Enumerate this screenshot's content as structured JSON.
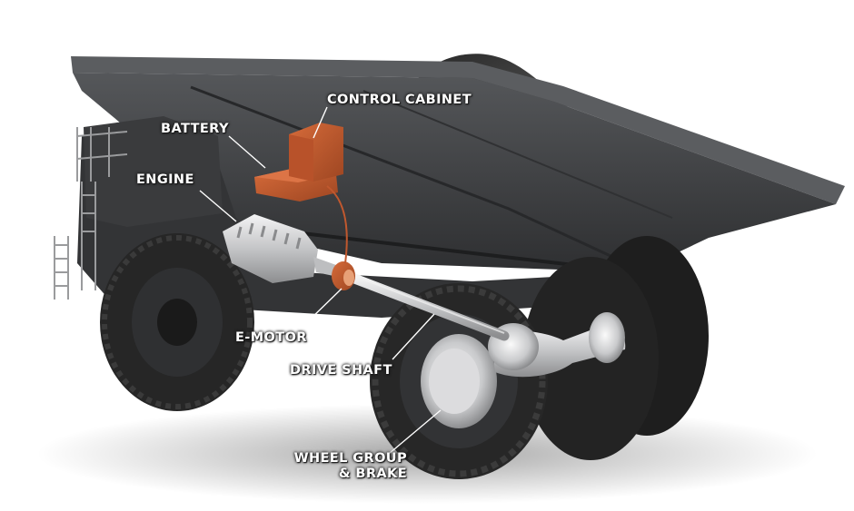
{
  "labels": {
    "control_cabinet": "CONTROL CABINET",
    "battery": "BATTERY",
    "engine": "ENGINE",
    "e_motor": "E-MOTOR",
    "drive_shaft": "DRIVE SHAFT",
    "wheel_group_line1": "WHEEL GROUP",
    "wheel_group_line2": "& BRAKE"
  },
  "colors": {
    "background": "#ffffff",
    "truck_body": "#3c3d3f",
    "truck_dark": "#232425",
    "tire": "#262626",
    "components_copper": "#c0582e",
    "drivetrain_silver": "#cfd0d2",
    "label_text": "#ffffff",
    "leader_line": "#ffffff"
  }
}
